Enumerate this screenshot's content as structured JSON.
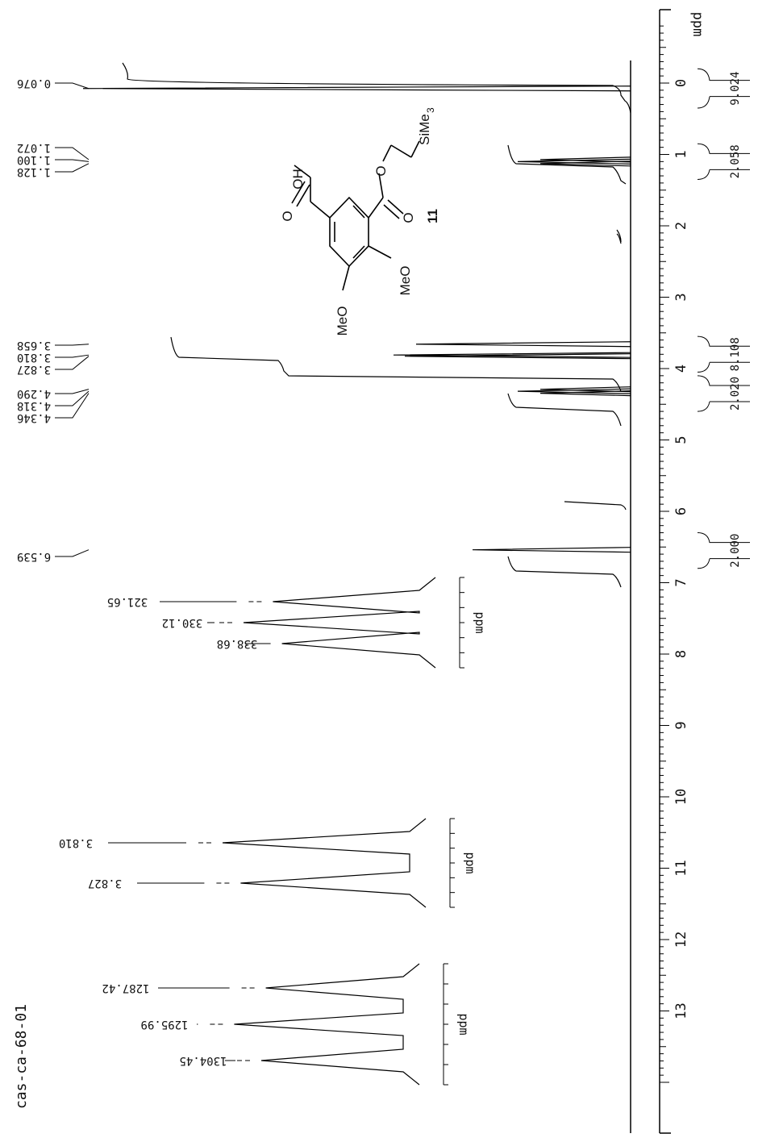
{
  "sample_id": "cas-ca-68-01",
  "chart_data": {
    "type": "line",
    "xlabel": "ppm",
    "xlim": [
      -0.5,
      14.0
    ],
    "axis_ticks": [
      0,
      1,
      2,
      3,
      4,
      5,
      6,
      7,
      8,
      9,
      10,
      11,
      12,
      13
    ],
    "peak_labels": [
      "0.076",
      "1.072",
      "1.100",
      "1.128",
      "3.658",
      "3.810",
      "3.827",
      "4.290",
      "4.318",
      "4.346",
      "6.539"
    ],
    "peaks": [
      {
        "ppm": 0.076,
        "height": 0.97
      },
      {
        "ppm": 1.072,
        "height": 0.16
      },
      {
        "ppm": 1.1,
        "height": 0.2
      },
      {
        "ppm": 1.128,
        "height": 0.16
      },
      {
        "ppm": 3.658,
        "height": 0.38
      },
      {
        "ppm": 3.81,
        "height": 0.42
      },
      {
        "ppm": 3.827,
        "height": 0.4
      },
      {
        "ppm": 4.29,
        "height": 0.16
      },
      {
        "ppm": 4.318,
        "height": 0.2
      },
      {
        "ppm": 4.346,
        "height": 0.16
      },
      {
        "ppm": 6.539,
        "height": 0.28
      }
    ],
    "integrals": [
      {
        "from": -0.2,
        "to": 0.35,
        "label": "9.024"
      },
      {
        "from": 0.85,
        "to": 1.35,
        "label": "2.058"
      },
      {
        "from": 3.55,
        "to": 4.05,
        "label": "8.108"
      },
      {
        "from": 4.1,
        "to": 4.6,
        "label": "2.020"
      },
      {
        "from": 6.3,
        "to": 6.8,
        "label": "2.000"
      }
    ],
    "insets": [
      {
        "name": "inset-1",
        "unit": "ppm",
        "peaks": [
          {
            "label": "321.65",
            "height": 0.72
          },
          {
            "label": "330.12",
            "height": 0.85
          },
          {
            "label": "338.68",
            "height": 0.68
          }
        ]
      },
      {
        "name": "inset-2",
        "unit": "ppm",
        "peaks": [
          {
            "label": "3.810",
            "height": 0.9
          },
          {
            "label": "3.827",
            "height": 0.82
          }
        ]
      },
      {
        "name": "inset-3",
        "unit": "ppm",
        "peaks": [
          {
            "label": "1287.42",
            "height": 0.68
          },
          {
            "label": "1295.99",
            "height": 0.82
          },
          {
            "label": "1304.45",
            "height": 0.7
          }
        ]
      }
    ]
  },
  "structure": {
    "labels": {
      "oh": "OH",
      "meo_top": "MeO",
      "meo_bottom": "MeO",
      "sime3": "SiMe",
      "sime3_sub": "3",
      "compound": "11",
      "o1": "O",
      "o2": "O",
      "o3": "O"
    }
  }
}
